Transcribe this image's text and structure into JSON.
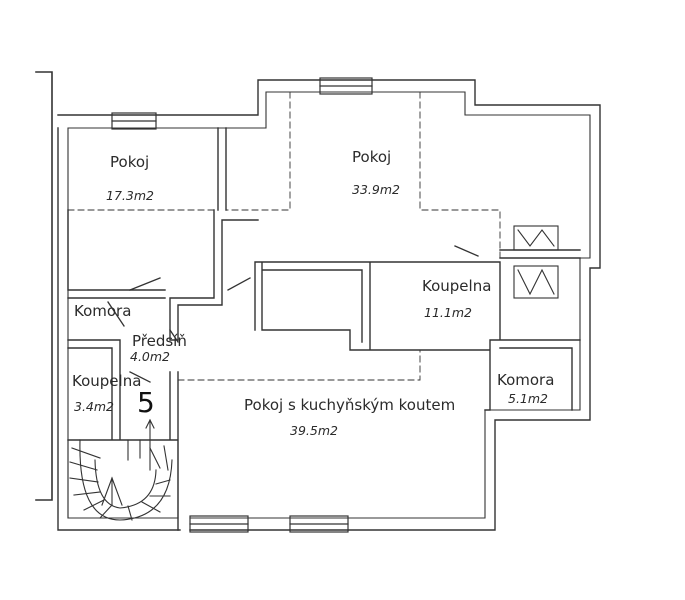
{
  "rooms": [
    {
      "id": "pokoj1",
      "name": "Pokoj",
      "area": "17.3m2"
    },
    {
      "id": "pokoj2",
      "name": "Pokoj",
      "area": "33.9m2"
    },
    {
      "id": "koupelna1",
      "name": "Koupelna",
      "area": "11.1m2"
    },
    {
      "id": "komora1",
      "name": "Komora",
      "area": ""
    },
    {
      "id": "predsin",
      "name": "Předsíň",
      "area": "4.0m2"
    },
    {
      "id": "koupelna2",
      "name": "Koupelna",
      "area": "3.4m2"
    },
    {
      "id": "pokojk",
      "name": "Pokoj s kuchyňským koutem",
      "area": "39.5m2"
    },
    {
      "id": "komora2",
      "name": "Komora",
      "area": "5.1m2"
    }
  ],
  "unit_number": "5"
}
